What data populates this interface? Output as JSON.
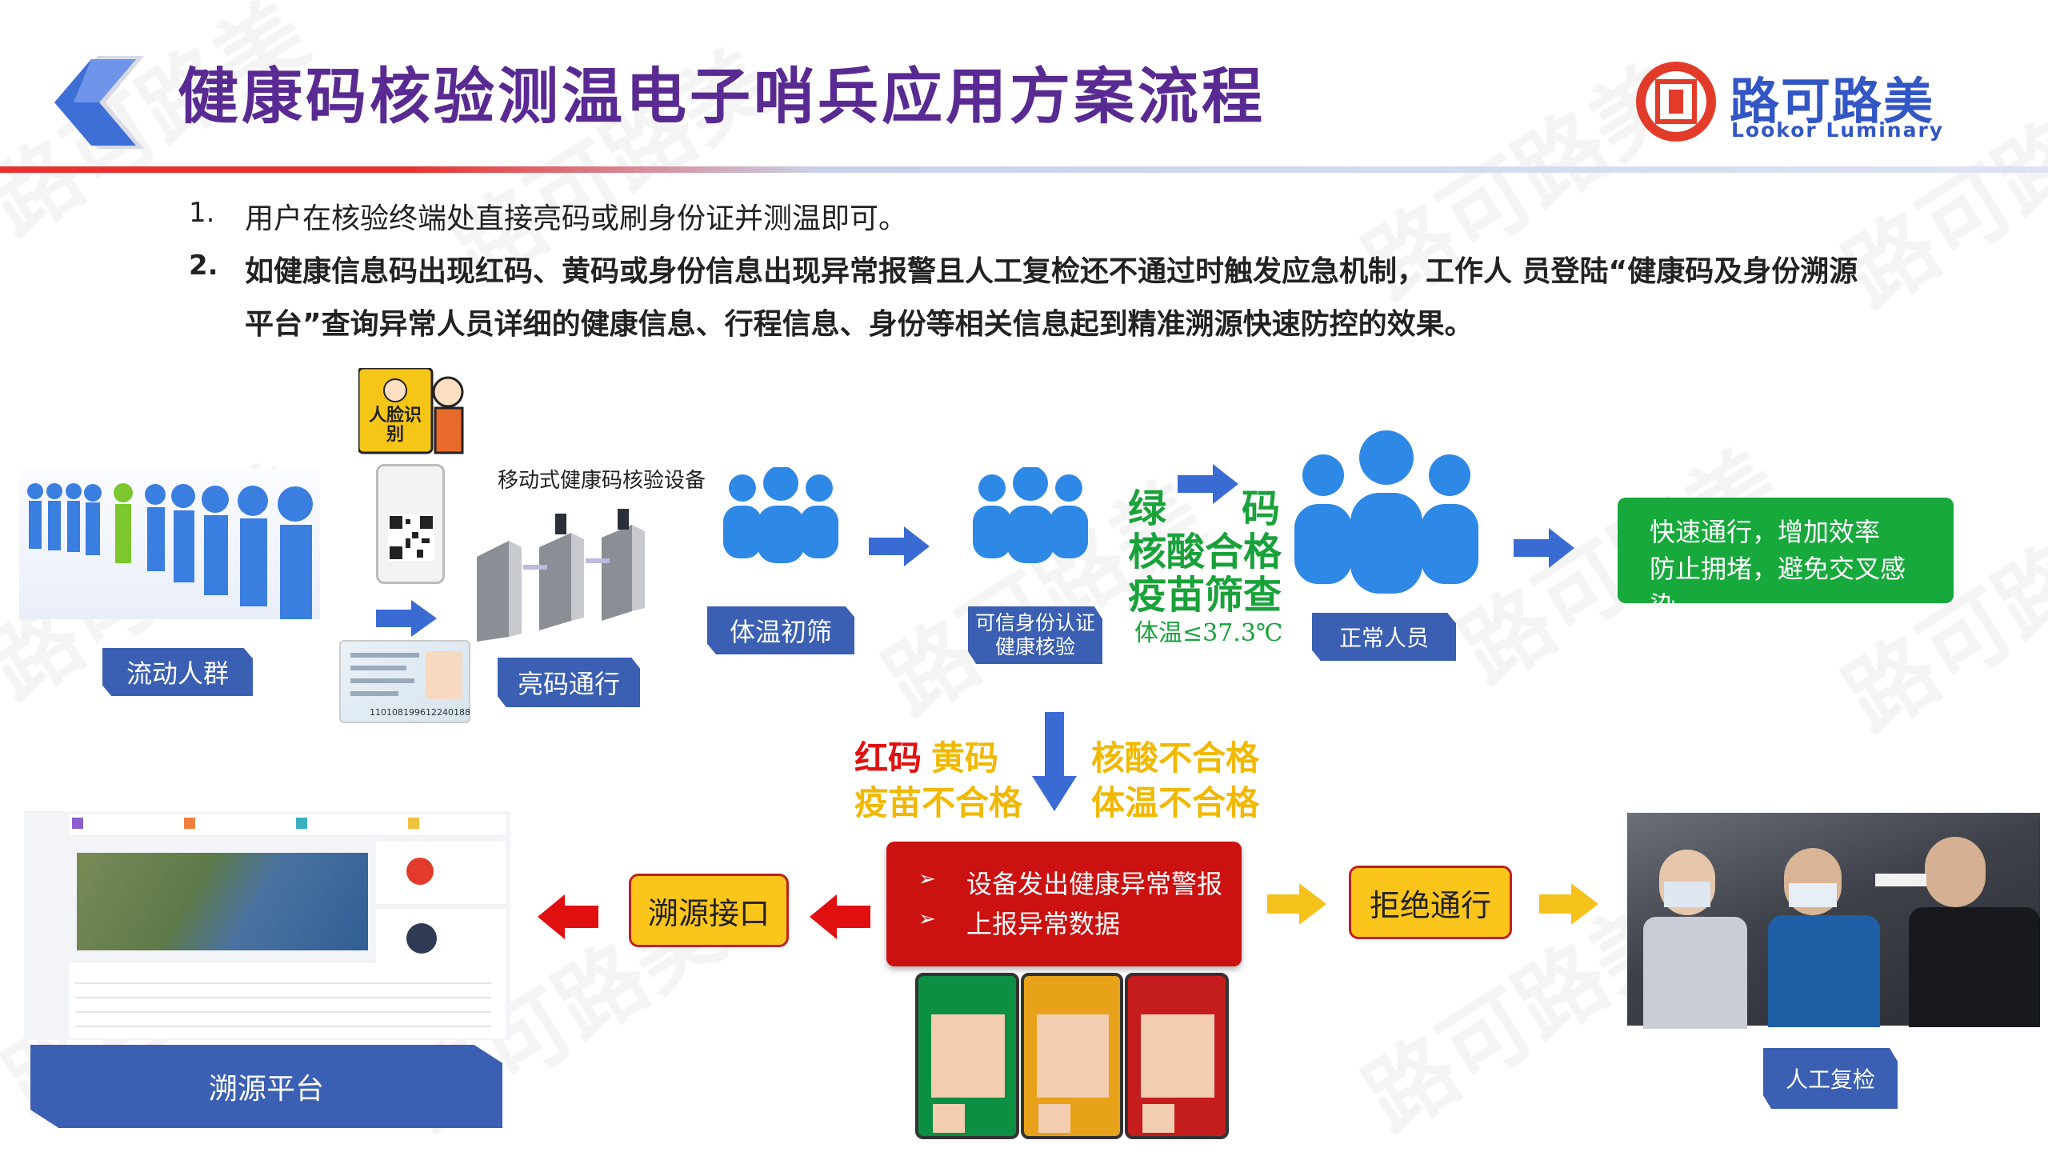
{
  "header": {
    "title": "健康码核验测温电子哨兵应用方案流程",
    "logo_cn": "路可路美",
    "logo_en": "Lookor Luminary"
  },
  "intro": {
    "item1_num": "1.",
    "item1_text": "用户在核验终端处直接亮码或刷身份证并测温即可。",
    "item2_num": "2.",
    "item2_line1": "如健康信息码出现红码、黄码或身份信息出现异常报警且人工复检还不通过时触发应急机制，工作人 员登陆“健康码及身份溯源",
    "item2_line2": "平台”查询异常人员详细的健康信息、行程信息、身份等相关信息起到精准溯源快速防控的效果。"
  },
  "flow": {
    "face_sign": "人脸识别",
    "device_caption": "移动式健康码核验设备",
    "crowd_label": "流动人群",
    "scan_label": "亮码通行",
    "temp_label": "体温初筛",
    "id_label_1": "可信身份认证",
    "id_label_2": "健康核验",
    "green": "绿",
    "code": "码",
    "nucleic_ok": "核酸合格",
    "vaccine_check": "疫苗筛查",
    "temp_ok": "体温≤37.3℃",
    "normal_label": "正常人员",
    "result_line1": "快速通行，增加效率",
    "result_line2": "防止拥堵，避免交叉感染",
    "red_code": "红码",
    "yellow_code": "黄码",
    "vaccine_fail": "疫苗不合格",
    "nucleic_fail": "核酸不合格",
    "temp_fail": "体温不合格",
    "alarm_1": "设备发出健康异常警报",
    "alarm_2": "上报异常数据",
    "bullet": "➢",
    "trace_interface": "溯源接口",
    "refuse": "拒绝通行",
    "platform_label": "溯源平台",
    "recheck_label": "人工复检",
    "id_card_number": "110108199612240188"
  },
  "colors": {
    "title": "#5a2a93",
    "blue": "#3a5fb3",
    "green_box": "#17a93c",
    "red_box": "#cc1111",
    "yellow": "#f2b800",
    "red_text": "#e01010",
    "green_text": "#19a23a"
  }
}
